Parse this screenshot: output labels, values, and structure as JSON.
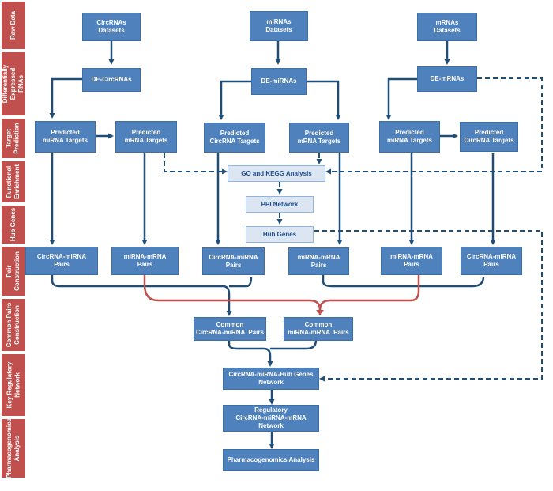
{
  "stages": [
    {
      "id": "raw",
      "label": "Raw Data"
    },
    {
      "id": "deg",
      "label": "Differentially\nExpressed\nRNAs"
    },
    {
      "id": "target",
      "label": "Target\nPrediction"
    },
    {
      "id": "func",
      "label": "Functional\nEnrichment"
    },
    {
      "id": "hub",
      "label": "Hub Genes"
    },
    {
      "id": "pair",
      "label": "Pair\nConstruction"
    },
    {
      "id": "common",
      "label": "Common Pairs\nConstruction"
    },
    {
      "id": "keyreg",
      "label": "Key Regulatory\nNetwork"
    },
    {
      "id": "pharma",
      "label": "Pharmacogenomics\nAnalysis"
    }
  ],
  "raw": {
    "circ": "CircRNAs\nDatasets",
    "mir": "miRNAs\nDatasets",
    "m": "mRNAs\nDatasets"
  },
  "de": {
    "circ": "DE-CircRNAs",
    "mir": "DE-miRNAs",
    "m": "DE-mRNAs"
  },
  "predicted": [
    "Predicted\nmiRNA Targets",
    "Predicted\nmRNA Targets",
    "Predicted\nCircRNA Targets",
    "Predicted\nmRNA Targets",
    "Predicted\nmiRNA Targets",
    "Predicted\nCircRNA Targets"
  ],
  "analysis": {
    "go": "GO and KEGG Analysis",
    "ppi": "PPI Network",
    "hub": "Hub Genes"
  },
  "pairs": [
    "CircRNA-miRNA\nPairs",
    "miRNA-mRNA\nPairs",
    "CircRNA-miRNA\nPairs",
    "miRNA-mRNA\nPairs",
    "miRNA-mRNA\nPairs",
    "CircRNA-miRNA\nPairs"
  ],
  "common": {
    "circ_mir": "Common\nCircRNA-miRNA  Pairs",
    "mir_m": "Common\nmiRNA-mRNA  Pairs"
  },
  "network": {
    "hub_net": "CircRNA-miRNA-Hub Genes\nNetwork",
    "reg_net": "Regulatory\nCircRNA-miRNA-mRNA\nNetwork",
    "pharma": "Pharmacogenomics Analysis"
  },
  "colors": {
    "box": "#4f81bd",
    "arrow": "#1f4e79",
    "side": "#c0504d",
    "bracket_red": "#c0504d",
    "light_box": "#dce6f2"
  }
}
